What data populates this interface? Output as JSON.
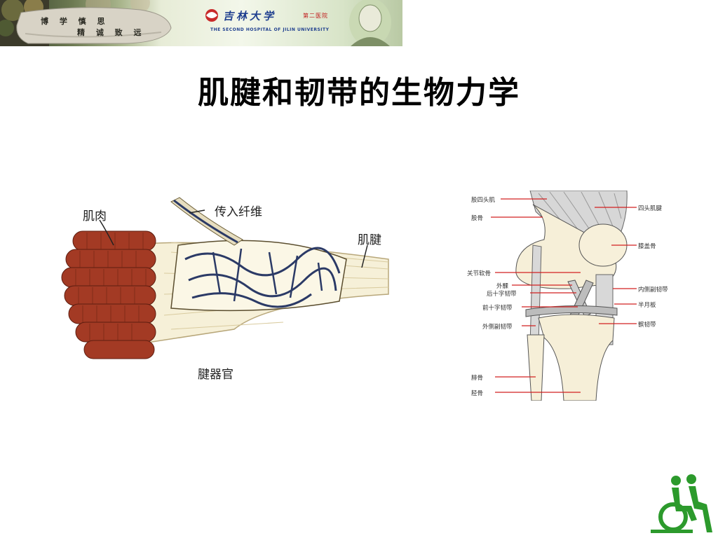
{
  "banner": {
    "stone_line1": "博 学 慎 思",
    "stone_line2": "精 诚 致 远",
    "university_name": "吉林大学",
    "department": "第二医院",
    "university_en": "THE SECOND HOSPITAL OF JILIN UNIVERSITY"
  },
  "slide": {
    "title": "肌腱和韧带的生物力学"
  },
  "muscle_figure": {
    "label_muscle": "肌肉",
    "label_afferent": "传入纤维",
    "label_tendon": "肌腱",
    "label_organ": "腱器官"
  },
  "knee_figure": {
    "left_labels": [
      "股四头肌",
      "股骨",
      "关节软骨",
      "外髁",
      "后十字韧带",
      "前十字韧带",
      "外侧副韧带",
      "腓骨",
      "胫骨"
    ],
    "right_labels": [
      "四头肌腱",
      "膝盖骨",
      "内侧副韧带",
      "半月板",
      "髌韧带"
    ]
  },
  "colors": {
    "muscle_red": "#a33a24",
    "pointer_red": "#d22020",
    "logo_green": "#2c9a2c",
    "nerve_blue": "#2b3a66"
  },
  "icons": {
    "logo": "wheelchair-rehab-logo-icon"
  }
}
